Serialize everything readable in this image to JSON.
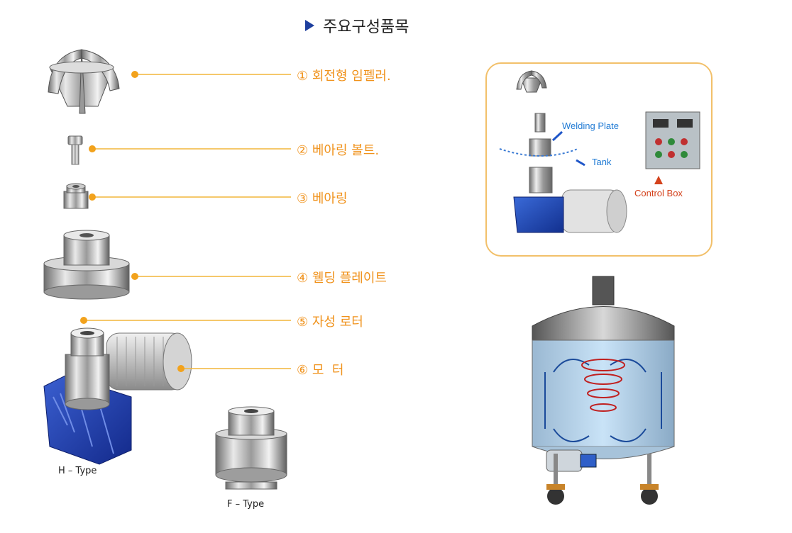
{
  "header": {
    "title": "주요구성품목"
  },
  "components": [
    {
      "label": "① 회전형 임펠러."
    },
    {
      "label": "② 베아링 볼트."
    },
    {
      "label": "③ 베아링"
    },
    {
      "label": "④ 웰딩 플레이트"
    },
    {
      "label": "⑤ 자성 로터"
    },
    {
      "label": "⑥ 모  터"
    }
  ],
  "types": {
    "h_type": "H – Type",
    "f_type": "F – Type"
  },
  "diagram": {
    "welding_plate": "Welding Plate",
    "tank": "Tank",
    "control_box": "Control Box"
  },
  "colors": {
    "accent": "#f0921b",
    "line": "#f2b63a",
    "title_arrow": "#1e3f9e",
    "blue_label": "#1f7ad4",
    "red_label": "#d4421c"
  }
}
